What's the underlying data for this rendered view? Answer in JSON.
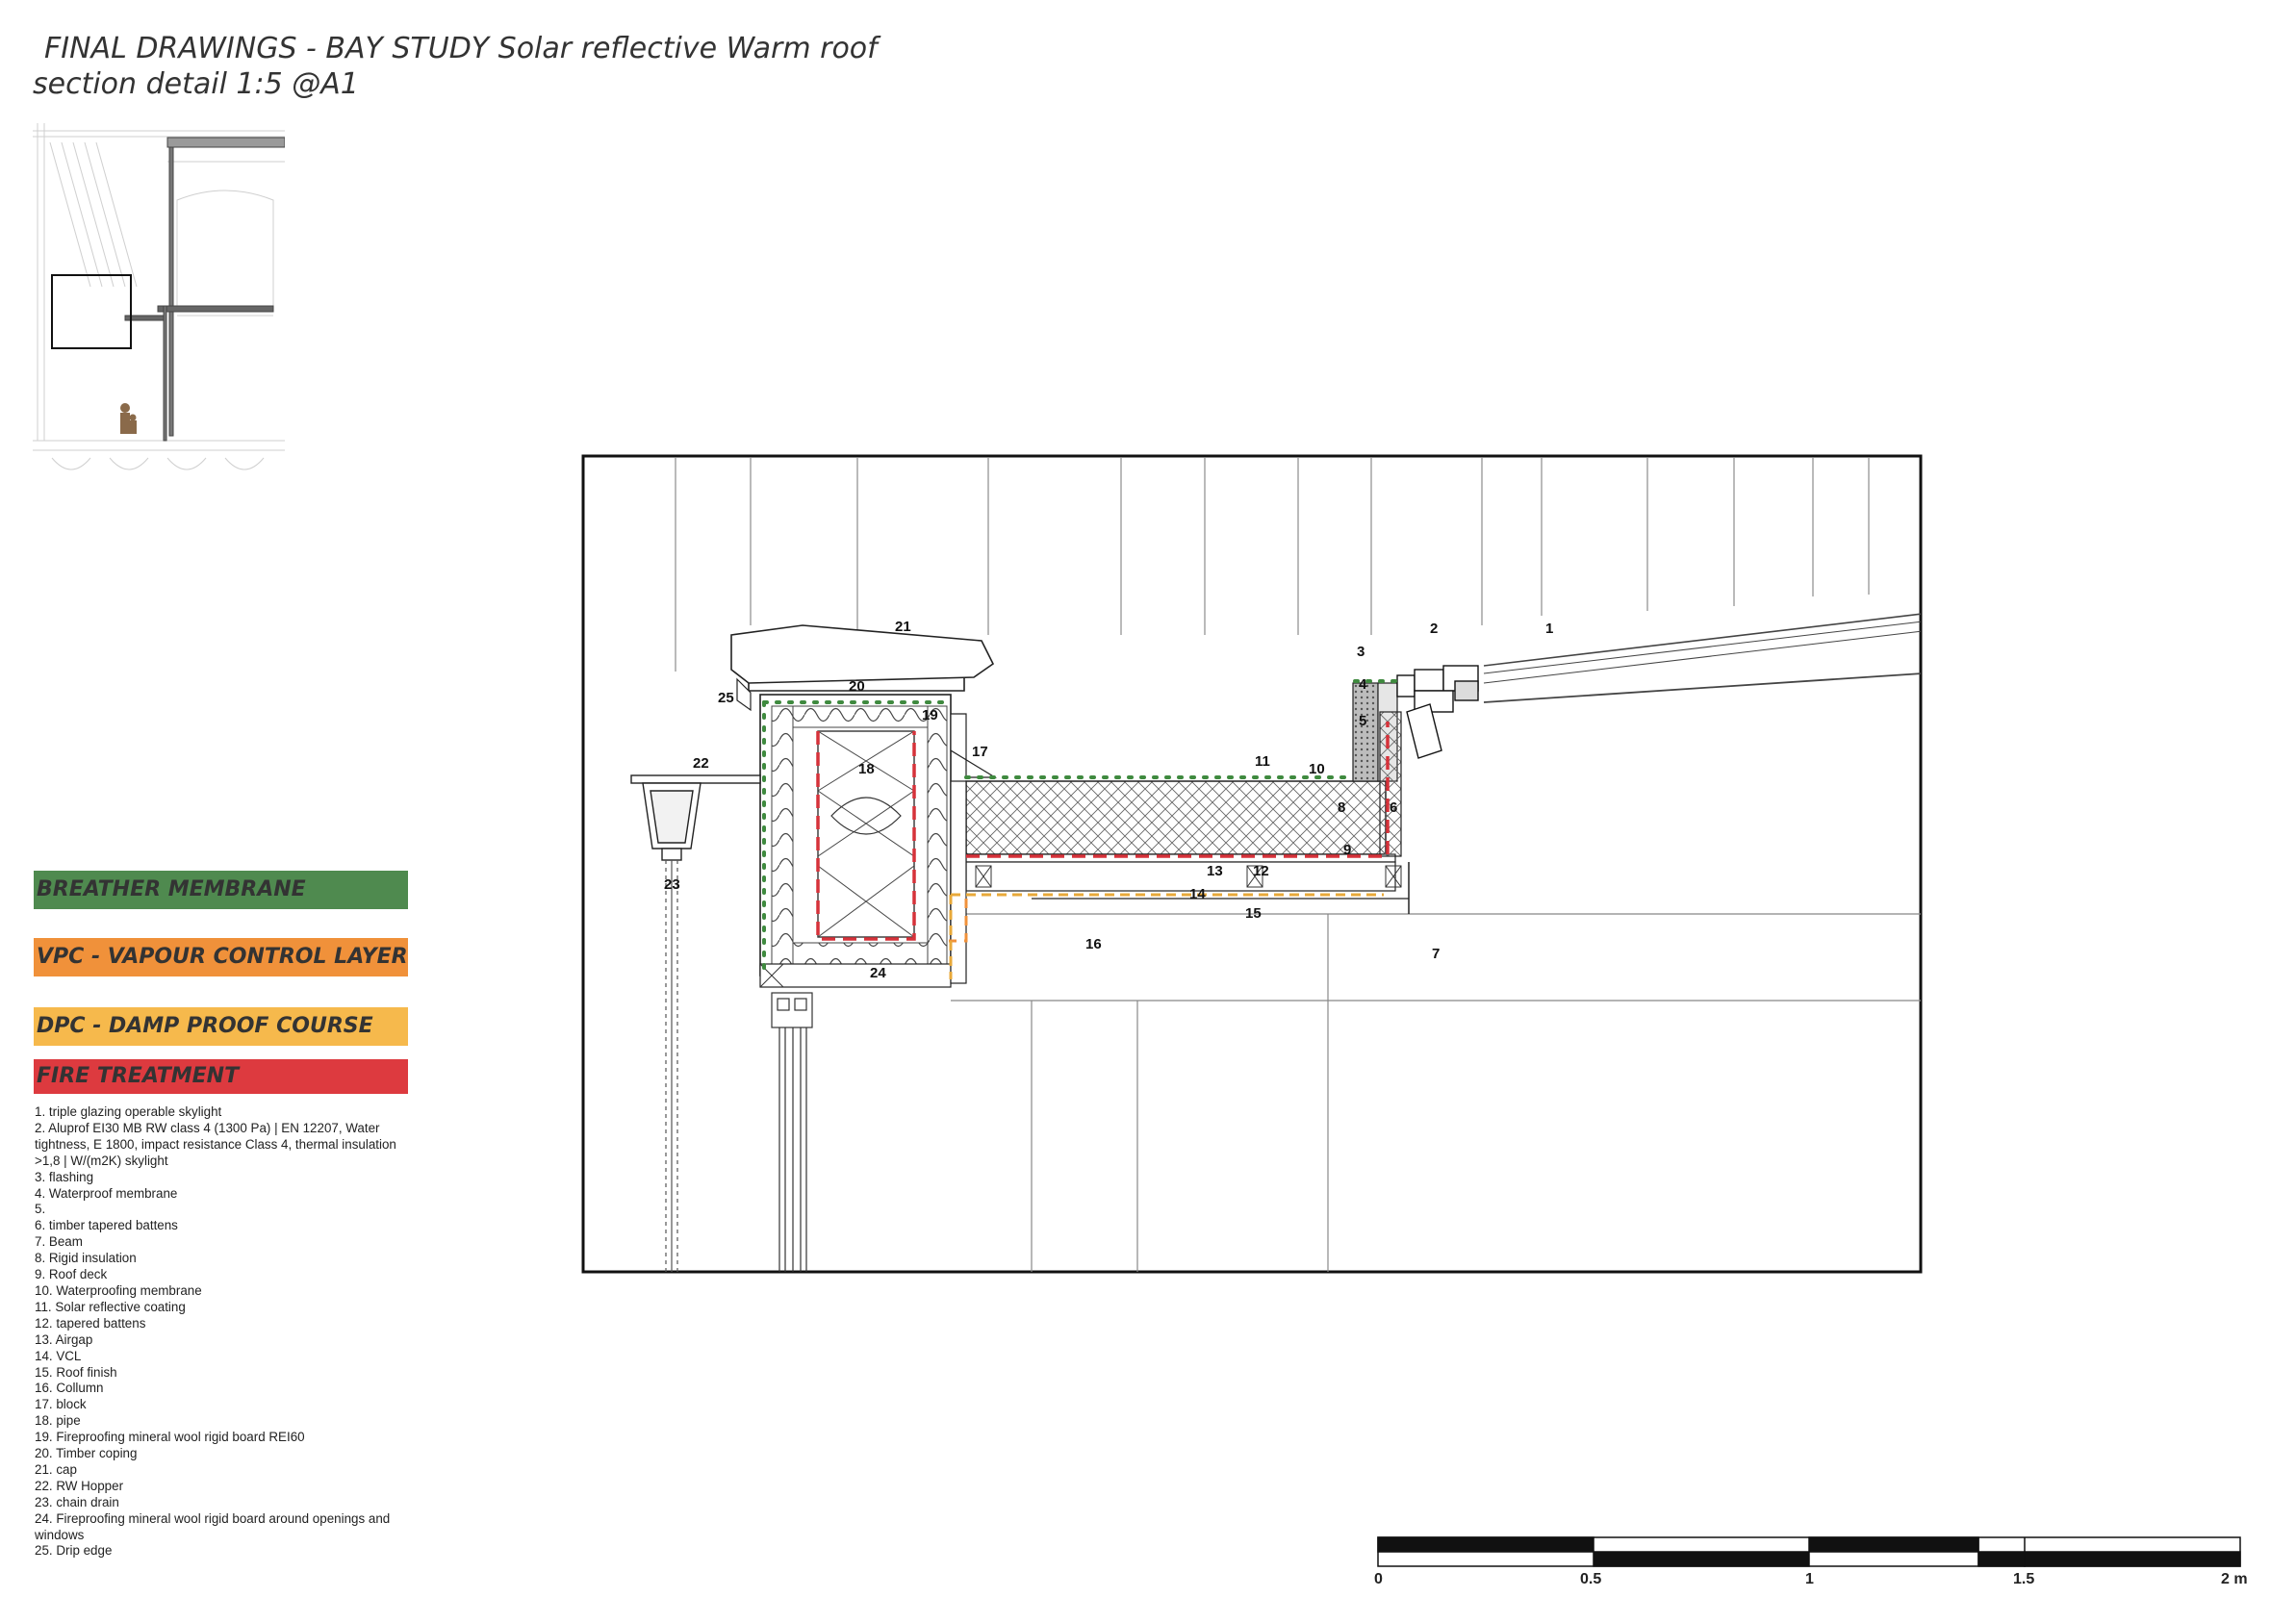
{
  "title": {
    "line1": "FINAL DRAWINGS - BAY STUDY Solar reflective Warm roof",
    "line2": "section detail 1:5 @A1"
  },
  "colors": {
    "breather": "#4f8a4f",
    "vpc": "#f0913a",
    "dpc": "#f6b94c",
    "fire": "#dd3a3f"
  },
  "legend": [
    {
      "label": "BREATHER MEMBRANE",
      "color": "#4f8a4f"
    },
    {
      "label": "VPC - VAPOUR CONTROL LAYER",
      "color": "#f0913a"
    },
    {
      "label": "DPC - DAMP PROOF COURSE",
      "color": "#f6b94c"
    },
    {
      "label": "FIRE TREATMENT",
      "color": "#dd3a3f"
    }
  ],
  "notes": [
    "1. triple glazing operable skylight",
    "2. Aluprof EI30 MB RW class 4 (1300 Pa) | EN 12207, Water tightness, E 1800, impact resistance Class 4, thermal insulation >1,8 | W/(m2K) skylight",
    "3. flashing",
    "4. Waterproof membrane",
    "5.",
    "6. timber tapered battens",
    "7. Beam",
    "8. Rigid insulation",
    "9. Roof deck",
    "10. Waterproofing membrane",
    "11. Solar reflective coating",
    "12. tapered battens",
    "13. Airgap",
    "14. VCL",
    "15. Roof finish",
    "16. Collumn",
    "17. block",
    "18. pipe",
    "19. Fireproofing mineral wool rigid board REI60",
    "20. Timber coping",
    "21. cap",
    "22. RW Hopper",
    "23. chain drain",
    "24. Fireproofing mineral wool rigid board around openings and windows",
    "25. Drip edge"
  ],
  "callouts": {
    "n1": "1",
    "n2": "2",
    "n3": "3",
    "n4": "4",
    "n5": "5",
    "n6": "6",
    "n7": "7",
    "n8": "8",
    "n9": "9",
    "n10": "10",
    "n11": "11",
    "n12": "12",
    "n13": "13",
    "n14": "14",
    "n15": "15",
    "n16": "16",
    "n17": "17",
    "n18": "18",
    "n19": "19",
    "n20": "20",
    "n21": "21",
    "n22": "22",
    "n23": "23",
    "n24": "24",
    "n25": "25"
  },
  "scale": {
    "t0": "0",
    "t05": "0.5",
    "t1": "1",
    "t15": "1.5",
    "t2": "2 m"
  }
}
